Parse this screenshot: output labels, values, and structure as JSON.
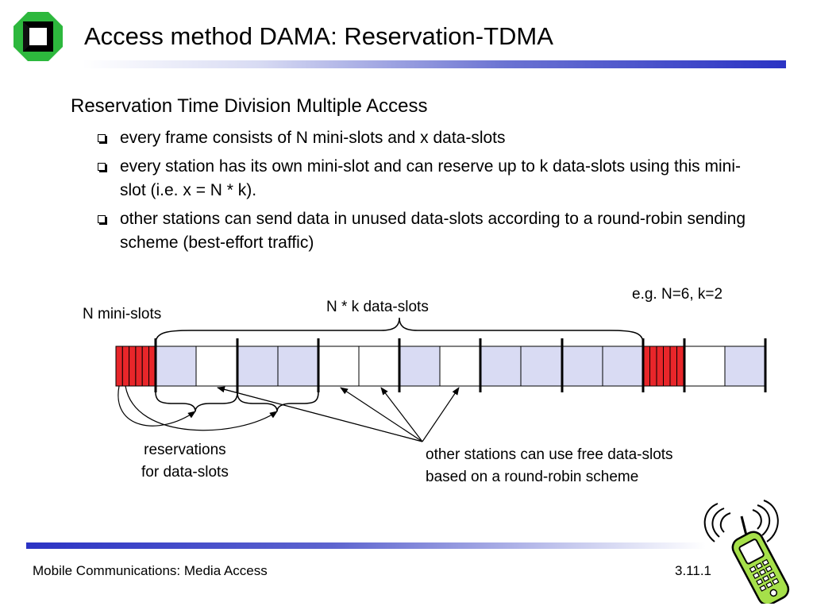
{
  "slide": {
    "title": "Access method DAMA: Reservation-TDMA",
    "heading": "Reservation Time Division Multiple Access",
    "bullets": [
      "every frame consists of N mini-slots and x data-slots",
      "every station has its own mini-slot and can reserve up to k data-slots using this mini-slot (i.e. x = N * k).",
      "other stations can send data in unused data-slots according to a round-robin sending scheme (best-effort traffic)"
    ]
  },
  "diagram": {
    "label_minislots": "N mini-slots",
    "label_dataslots": "N * k data-slots",
    "label_example": "e.g. N=6, k=2",
    "label_reservations_line1": "reservations",
    "label_reservations_line2": "for data-slots",
    "label_free_line1": "other stations can use free data-slots",
    "label_free_line2": "based on a round-robin scheme",
    "colors": {
      "minislot": "#e8262a",
      "reserved_slot": "#d9dbf3",
      "free_slot": "#ffffff"
    }
  },
  "footer": {
    "left": "Mobile Communications: Media Access",
    "right": "3.11.1"
  }
}
